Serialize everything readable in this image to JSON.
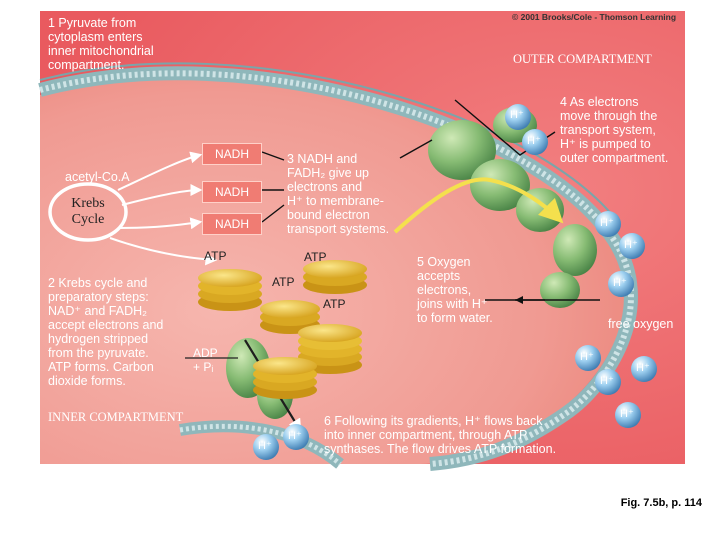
{
  "copyright": "© 2001 Brooks/Cole - Thomson Learning",
  "step1": "1  Pyruvate from\ncytoplasm enters\ninner mitochondrial\ncompartment.",
  "outer_label": "OUTER COMPARTMENT",
  "step4": "4  As electrons\nmove through the\ntransport system,\nH⁺ is pumped to\nouter compartment.",
  "step3": "3  NADH and\nFADH₂ give up\nelectrons and\nH⁺ to membrane-\nbound electron\ntransport systems.",
  "acetyl": "acetyl-Co.A",
  "krebs": "Krebs\nCycle",
  "nadh_boxes": [
    "NADH",
    "NADH",
    "NADH"
  ],
  "atp_labels": [
    "ATP",
    "ATP",
    "ATP",
    "ATP"
  ],
  "step2": "2  Krebs cycle and\npreparatory steps:\nNAD⁺ and FADH₂\naccept electrons and\nhydrogen stripped\nfrom the pyruvate.\nATP forms. Carbon\ndioxide forms.",
  "adp": "ADP\n+ Pᵢ",
  "step5": "5  Oxygen\naccepts\nelectrons,\njoins with H⁺\nto form water.",
  "free_oxygen": "free oxygen",
  "inner_label": "INNER COMPARTMENT",
  "step6": "6  Following its gradients, H⁺ flows back\ninto inner compartment, through ATP\nsynthases. The flow drives ATP formation.",
  "hplus": "H⁺",
  "fig_caption": "Fig. 7.5b, p. 114",
  "colors": {
    "outer_bg": "#f06a6e",
    "inner_matrix": "#ec8f88",
    "membrane_head": "#a9c9cc",
    "protein": "#5d9a5a",
    "atp_gold": "#e7be35",
    "arrow_yellow": "#f4e04d"
  }
}
